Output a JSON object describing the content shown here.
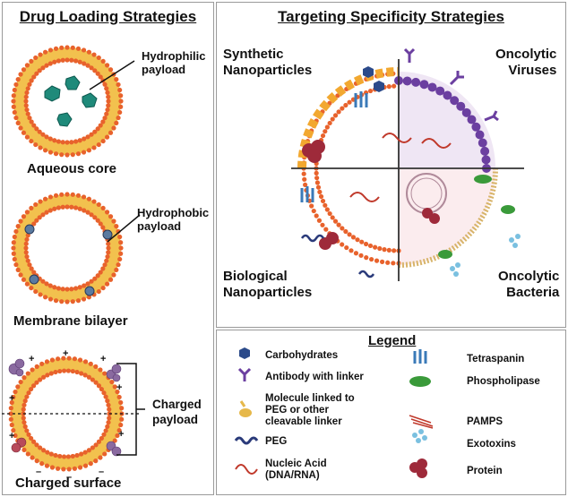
{
  "left_panel": {
    "title": "Drug Loading Strategies",
    "aqueous_core": {
      "caption": "Aqueous core",
      "payload_label": [
        "Hydrophilic",
        "payload"
      ]
    },
    "membrane_bilayer": {
      "caption": "Membrane bilayer",
      "payload_label": [
        "Hydrophobic",
        "payload"
      ]
    },
    "charged_surface": {
      "caption": "Charged surface",
      "payload_label": [
        "Charged",
        "payload"
      ]
    }
  },
  "right_panel": {
    "title": "Targeting Specificity Strategies",
    "quadrants": {
      "top_left": [
        "Synthetic",
        "Nanoparticles"
      ],
      "top_right": [
        "Oncolytic",
        "Viruses"
      ],
      "bottom_left": [
        "Biological",
        "Nanoparticles"
      ],
      "bottom_right": [
        "Oncolytic",
        "Bacteria"
      ]
    }
  },
  "legend": {
    "title": "Legend",
    "items": [
      {
        "icon": "hexagon-icon",
        "label": [
          "Carbohydrates"
        ]
      },
      {
        "icon": "antibody-icon",
        "label": [
          "Antibody with linker"
        ]
      },
      {
        "icon": "peg-linked-molecule-icon",
        "label": [
          "Molecule linked to",
          "PEG or other",
          "cleavable linker"
        ]
      },
      {
        "icon": "peg-icon",
        "label": [
          "PEG"
        ]
      },
      {
        "icon": "dna-icon",
        "label": [
          "Nucleic Acid",
          "(DNA/RNA)"
        ]
      },
      {
        "icon": "tetraspanin-icon",
        "label": [
          "Tetraspanin"
        ]
      },
      {
        "icon": "phospholipase-icon",
        "label": [
          "Phospholipase"
        ]
      },
      {
        "icon": "pamps-icon",
        "label": [
          "PAMPS"
        ]
      },
      {
        "icon": "exotoxins-icon",
        "label": [
          "Exotoxins"
        ]
      },
      {
        "icon": "protein-icon",
        "label": [
          "Protein"
        ]
      }
    ]
  },
  "colors": {
    "membrane_head": "#e8622c",
    "membrane_tail": "#f2c14e",
    "hydrophilic_payload": "#1f8a7a",
    "hydrophobic_payload": "#5a7aa0",
    "virus_purple": "#6b3fa0",
    "protein_red": "#9e2a3a",
    "phospholipase_green": "#3a9a3a",
    "tetraspanin_blue": "#3a7ab8",
    "carbohydrate_navy": "#2b4a8a",
    "peg_navy": "#2a3a7a"
  }
}
